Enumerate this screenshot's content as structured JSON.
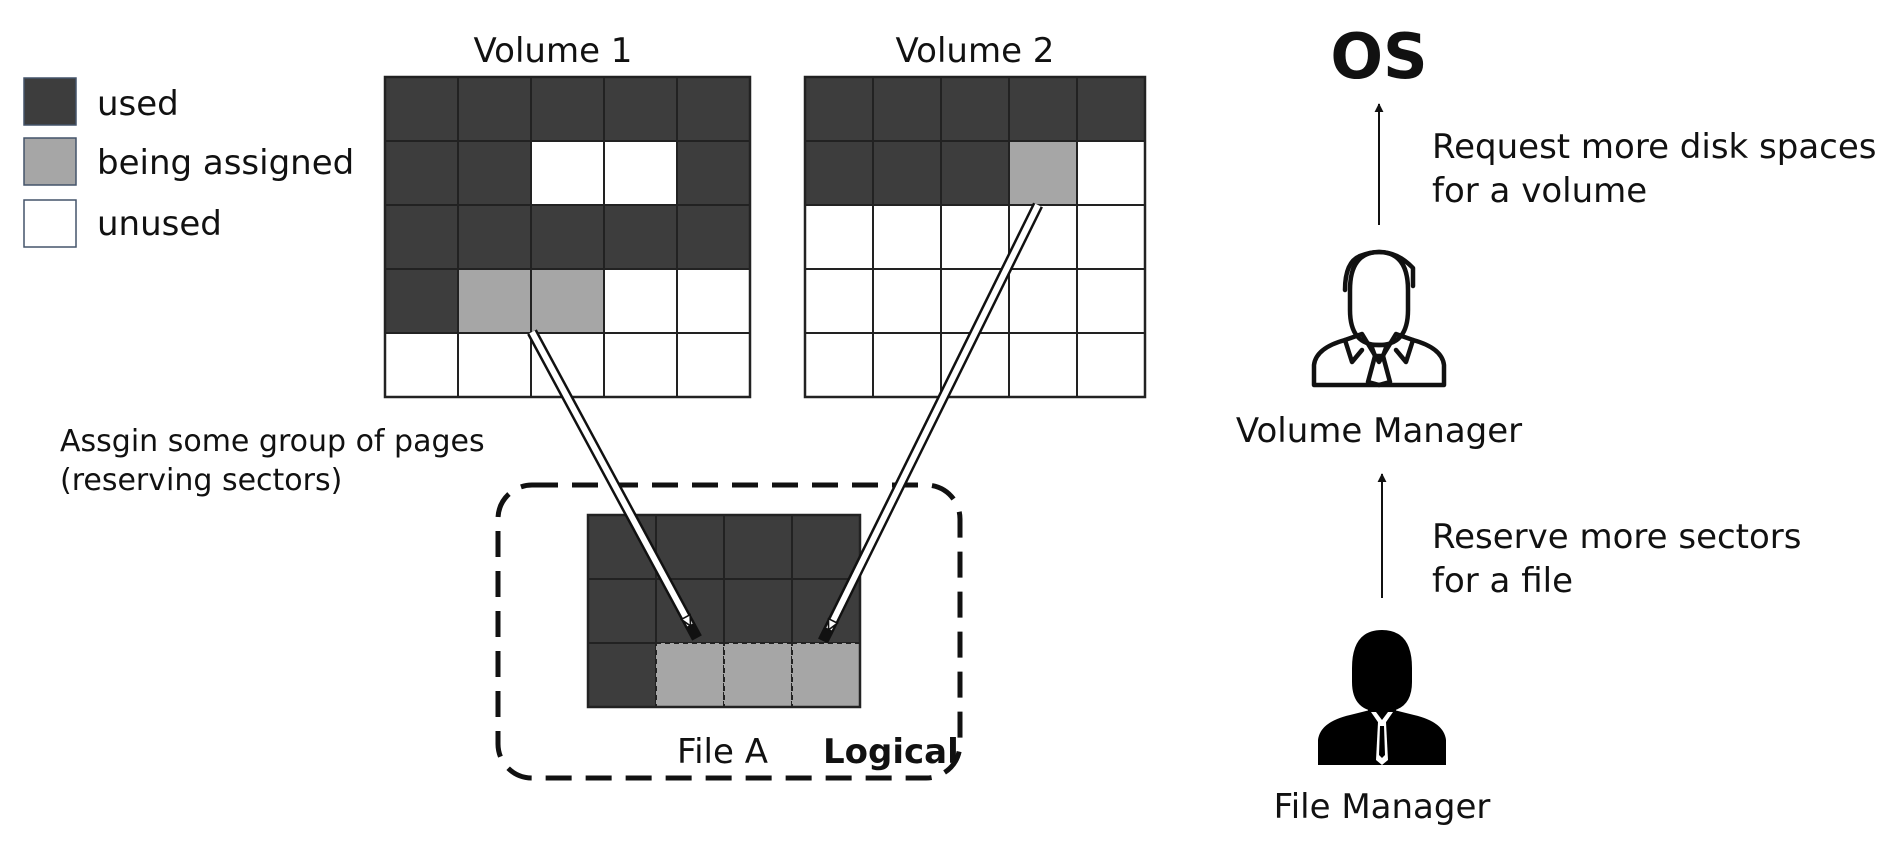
{
  "colors": {
    "used": "#3d3d3d",
    "being_assigned": "#a6a6a6",
    "unused": "#ffffff",
    "grid_line": "#222222",
    "legend_border": "#44546a"
  },
  "legend": [
    {
      "state": "used",
      "label": "used"
    },
    {
      "state": "being_assigned",
      "label": "being assigned"
    },
    {
      "state": "unused",
      "label": "unused"
    }
  ],
  "volume1": {
    "title": "Volume 1",
    "grid": [
      [
        "used",
        "used",
        "used",
        "used",
        "used"
      ],
      [
        "used",
        "used",
        "unused",
        "unused",
        "used"
      ],
      [
        "used",
        "used",
        "used",
        "used",
        "used"
      ],
      [
        "used",
        "being_assigned",
        "being_assigned",
        "unused",
        "unused"
      ],
      [
        "unused",
        "unused",
        "unused",
        "unused",
        "unused"
      ]
    ]
  },
  "volume2": {
    "title": "Volume 2",
    "grid": [
      [
        "used",
        "used",
        "used",
        "used",
        "used"
      ],
      [
        "used",
        "used",
        "used",
        "being_assigned",
        "unused"
      ],
      [
        "unused",
        "unused",
        "unused",
        "unused",
        "unused"
      ],
      [
        "unused",
        "unused",
        "unused",
        "unused",
        "unused"
      ],
      [
        "unused",
        "unused",
        "unused",
        "unused",
        "unused"
      ]
    ]
  },
  "file": {
    "name": "File A",
    "tag": "Logical",
    "grid": [
      [
        "used",
        "used",
        "used",
        "used"
      ],
      [
        "used",
        "used",
        "used",
        "used"
      ],
      [
        "used",
        "being_assigned",
        "being_assigned",
        "being_assigned"
      ]
    ]
  },
  "assign_note": {
    "line1": "Assgin some group of pages",
    "line2": "(reserving sectors)"
  },
  "os_label": "OS",
  "request_note": {
    "line1": "Request more disk spaces",
    "line2": "for a volume"
  },
  "volume_manager_label": "Volume Manager",
  "reserve_note": {
    "line1": "Reserve more sectors",
    "line2": "for a file"
  },
  "file_manager_label": "File Manager",
  "icons": {
    "volume_manager": "businessman-outline-icon",
    "file_manager": "businessman-silhouette-icon"
  }
}
